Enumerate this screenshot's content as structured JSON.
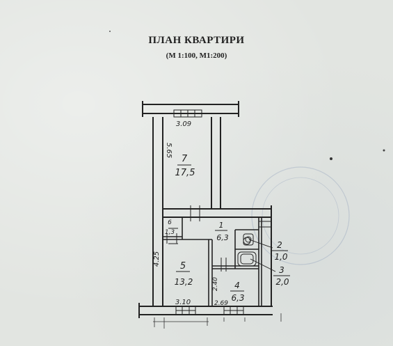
{
  "header": {
    "title": "ПЛАН КВАРТИРИ",
    "scale": "(М 1:100, М1:200)"
  },
  "rooms": [
    {
      "number": "7",
      "area": "17,5"
    },
    {
      "number": "1",
      "area": "6,3"
    },
    {
      "number": "2",
      "area": "1,0"
    },
    {
      "number": "3",
      "area": "2,0"
    },
    {
      "number": "5",
      "area": "13,2"
    },
    {
      "number": "4",
      "area": "6,3"
    },
    {
      "number": "6",
      "area": "1,3"
    }
  ],
  "dimensions": {
    "top_width": "3.09",
    "room7_length": "5.65",
    "room5_length": "4.25",
    "bottom_width": "3.10",
    "kitchen_length": "2.40",
    "kitchen_width": "2.69"
  },
  "colors": {
    "ink": "#222222",
    "paper": "#e2e5e1",
    "stamp": "#8a9bb8"
  }
}
